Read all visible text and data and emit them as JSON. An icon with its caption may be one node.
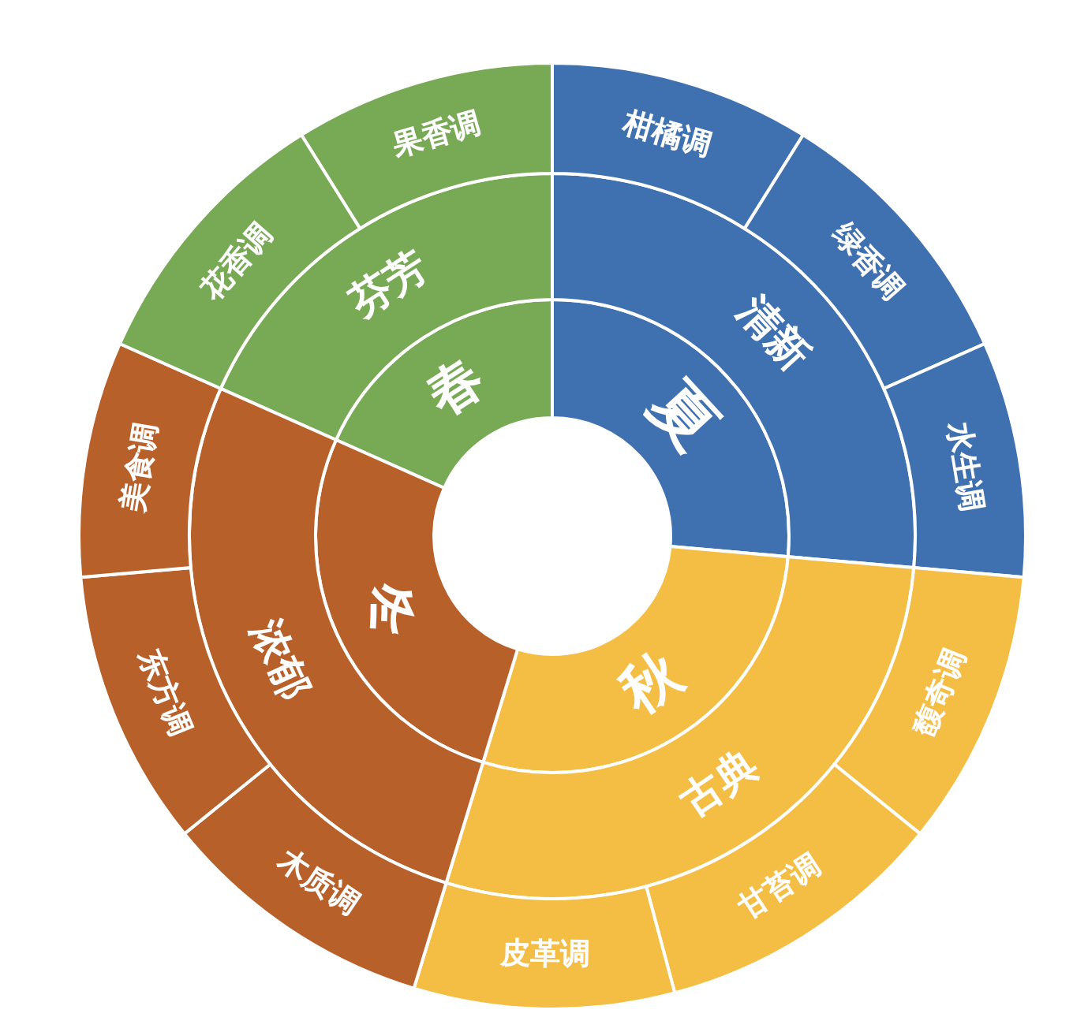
{
  "diagram": {
    "nodes": [
      {
        "text": [
          "春"
        ]
      },
      {
        "text": [
          "夏"
        ]
      },
      {
        "text": [
          "秋"
        ]
      },
      {
        "text": [
          "冬"
        ]
      },
      {
        "text": [
          "芬芳"
        ]
      },
      {
        "text": [
          "清新"
        ]
      },
      {
        "text": [
          "古典"
        ]
      },
      {
        "text": [
          "浓郁"
        ]
      },
      {
        "text": [
          "果香调"
        ]
      },
      {
        "text": [
          "柑橘调"
        ]
      },
      {
        "text": [
          "绿香调"
        ]
      },
      {
        "text": [
          "水生调"
        ]
      },
      {
        "text": [
          "馥奇调"
        ]
      },
      {
        "text": [
          "甘苔调"
        ]
      },
      {
        "text": [
          "皮革调"
        ]
      },
      {
        "text": [
          "木质调"
        ]
      },
      {
        "text": [
          "东方调"
        ]
      },
      {
        "text": [
          "美食调"
        ]
      },
      {
        "text": [
          "花香调"
        ]
      }
    ]
  }
}
